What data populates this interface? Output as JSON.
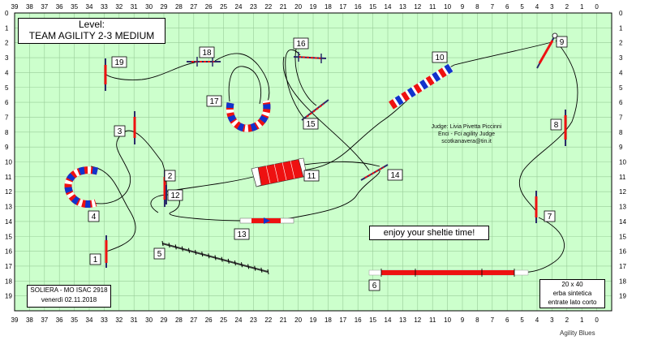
{
  "grid": {
    "columns": [
      "39",
      "38",
      "37",
      "36",
      "35",
      "34",
      "33",
      "32",
      "31",
      "30",
      "29",
      "28",
      "27",
      "26",
      "25",
      "24",
      "23",
      "22",
      "21",
      "20",
      "19",
      "18",
      "17",
      "16",
      "15",
      "14",
      "13",
      "12",
      "11",
      "10",
      "9",
      "8",
      "7",
      "6",
      "5",
      "4",
      "3",
      "2",
      "1",
      "0"
    ],
    "rows": [
      "0",
      "1",
      "2",
      "3",
      "4",
      "5",
      "6",
      "7",
      "8",
      "9",
      "10",
      "11",
      "12",
      "13",
      "14",
      "15",
      "16",
      "17",
      "18",
      "19"
    ],
    "colors": {
      "background": "#ccffcc",
      "lines": "#99cc99"
    }
  },
  "level": {
    "line1": "Level:",
    "line2": "TEAM AGILITY 2-3 MEDIUM"
  },
  "judge": {
    "line1": "Judge: Livia Pivetta Piccinni",
    "line2": "Enci - Fci agility Judge",
    "line3": "scotkanavera@tin.it"
  },
  "motto": "enjoy your sheltie time!",
  "venue": {
    "line1": "SOLIERA - MO ISAC 2918",
    "line2": "venerdì 02.11.2018"
  },
  "field": {
    "line1": "20 x 40",
    "line2": "erba sintetica",
    "line3": "entrate lato corto"
  },
  "brand": "Agility Blues",
  "obstacles": [
    {
      "number": "1",
      "kind": "jump"
    },
    {
      "number": "2",
      "kind": "jump"
    },
    {
      "number": "3",
      "kind": "jump"
    },
    {
      "number": "4",
      "kind": "tunnel"
    },
    {
      "number": "5",
      "kind": "dogwalk"
    },
    {
      "number": "6",
      "kind": "dogwalk"
    },
    {
      "number": "7",
      "kind": "jump"
    },
    {
      "number": "8",
      "kind": "jump"
    },
    {
      "number": "9",
      "kind": "jump"
    },
    {
      "number": "10",
      "kind": "tunnel"
    },
    {
      "number": "11",
      "kind": "tunnel"
    },
    {
      "number": "12",
      "kind": "jump"
    },
    {
      "number": "13",
      "kind": "tire"
    },
    {
      "number": "14",
      "kind": "jump"
    },
    {
      "number": "15",
      "kind": "jump"
    },
    {
      "number": "16",
      "kind": "jump"
    },
    {
      "number": "17",
      "kind": "tunnel"
    },
    {
      "number": "18",
      "kind": "jump"
    },
    {
      "number": "19",
      "kind": "jump"
    }
  ],
  "colors": {
    "red": "#ee1111",
    "blue": "#1133cc",
    "line": "#000000",
    "pole": "#2a2a6a"
  }
}
